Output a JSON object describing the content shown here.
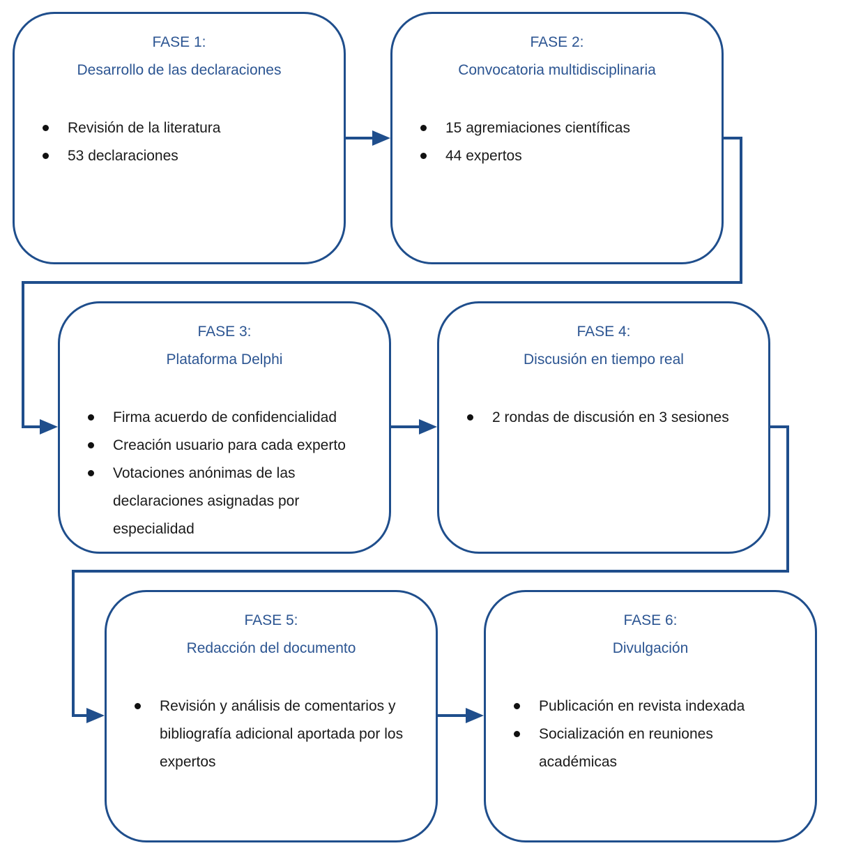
{
  "phases": [
    {
      "label": "FASE 1:",
      "title": "Desarrollo de las declaraciones",
      "items": [
        "Revisión de la literatura",
        "53 declaraciones"
      ]
    },
    {
      "label": "FASE 2:",
      "title": "Convocatoria multidisciplinaria",
      "items": [
        "15 agremiaciones científicas",
        "44 expertos"
      ]
    },
    {
      "label": "FASE 3:",
      "title": "Plataforma Delphi",
      "items": [
        "Firma acuerdo de confidencialidad",
        "Creación usuario para cada experto",
        "Votaciones anónimas de las declaraciones asignadas por especialidad"
      ]
    },
    {
      "label": "FASE 4:",
      "title": "Discusión en tiempo real",
      "items": [
        "2 rondas de discusión en 3 sesiones"
      ]
    },
    {
      "label": "FASE 5:",
      "title": "Redacción del documento",
      "items": [
        "Revisión y análisis de comentarios y bibliografía adicional aportada por los expertos"
      ]
    },
    {
      "label": "FASE 6:",
      "title": "Divulgación",
      "items": [
        "Publicación en revista indexada",
        "Socialización en reuniones académicas"
      ]
    }
  ],
  "colors": {
    "border": "#1f4e8c",
    "heading": "#2c5592",
    "text": "#1a1a1a"
  }
}
